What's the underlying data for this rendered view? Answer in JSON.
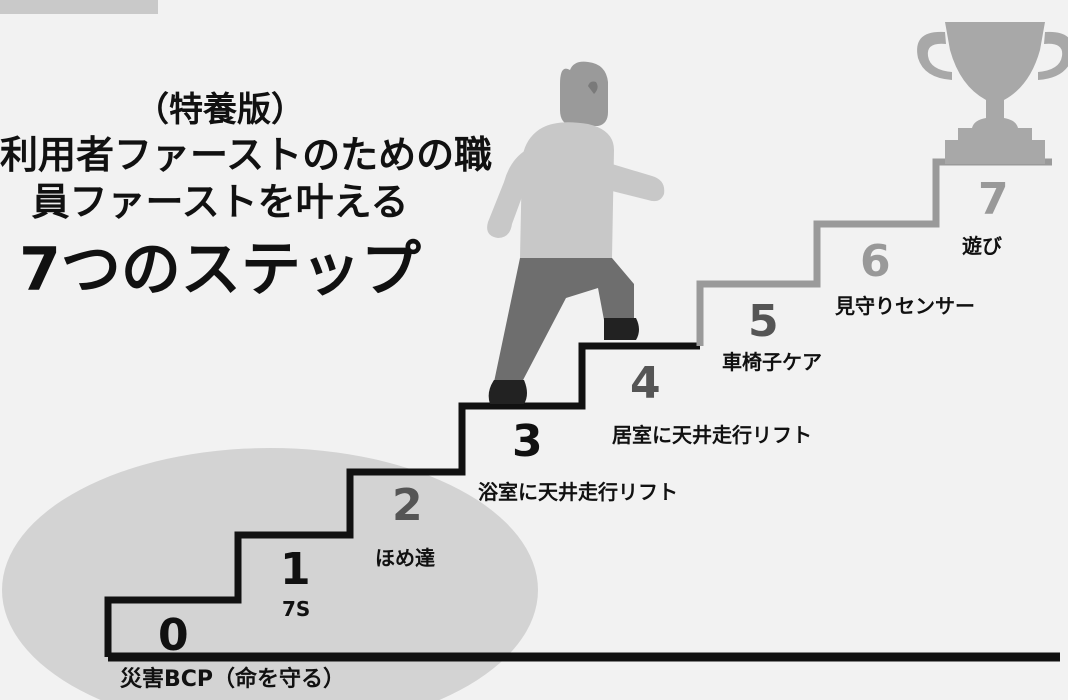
{
  "title": {
    "line1": "（特養版）",
    "line2": "利用者ファーストのための職",
    "line3": "員ファーストを叶える",
    "main": "7つのステップ"
  },
  "steps": [
    {
      "number": "0",
      "label": "災害BCP（命を守る）"
    },
    {
      "number": "1",
      "label": "7S"
    },
    {
      "number": "2",
      "label": "ほめ達"
    },
    {
      "number": "3",
      "label": "浴室に天井走行リフト"
    },
    {
      "number": "4",
      "label": "居室に天井走行リフト"
    },
    {
      "number": "5",
      "label": "車椅子ケア"
    },
    {
      "number": "6",
      "label": "見守りセンサー"
    },
    {
      "number": "7",
      "label": "遊び"
    }
  ],
  "icons": [
    "person-climbing-icon",
    "trophy-icon"
  ],
  "colors": {
    "background": "#f2f2f2",
    "text": "#111111",
    "stair_line_dark": "#111111",
    "stair_line_light": "#9a9a9a",
    "highlight_ellipse": "#d3d3d3",
    "trophy": "#a8a8a8",
    "person_shirt": "#c8c8c8",
    "person_pants": "#6e6e6e",
    "person_head": "#9a9a9a"
  }
}
